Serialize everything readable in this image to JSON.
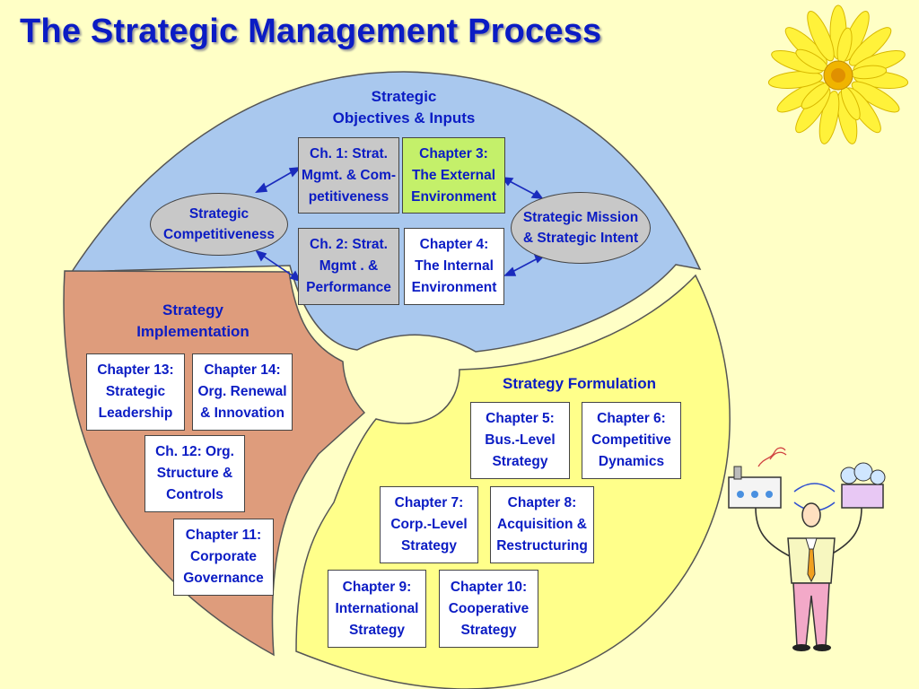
{
  "title": "The Strategic Management Process",
  "sections": {
    "inputs": "Strategic\nObjectives & Inputs",
    "implementation": "Strategy\nImplementation",
    "formulation": "Strategy Formulation"
  },
  "ovals": {
    "competitiveness": "Strategic\nCompetitiveness",
    "mission": "Strategic Mission\n& Strategic Intent"
  },
  "boxes": {
    "ch1": "Ch. 1: Strat.\nMgmt. & Com-\npetitiveness",
    "ch2": "Ch. 2: Strat.\nMgmt . &\nPerformance",
    "ch3": "Chapter 3:\nThe External\nEnvironment",
    "ch4": "Chapter 4:\nThe Internal\nEnvironment",
    "ch5": "Chapter 5:\nBus.-Level\nStrategy",
    "ch6": "Chapter 6:\nCompetitive\nDynamics",
    "ch7": "Chapter 7:\nCorp.-Level\nStrategy",
    "ch8": "Chapter 8:\nAcquisition &\nRestructuring",
    "ch9": "Chapter 9:\nInternational\nStrategy",
    "ch10": "Chapter 10:\nCooperative\nStrategy",
    "ch11": "Chapter 11:\nCorporate\nGovernance",
    "ch12": "Ch. 12: Org.\nStructure &\nControls",
    "ch13": "Chapter 13:\nStrategic\nLeadership",
    "ch14": "Chapter 14:\nOrg. Renewal\n& Innovation"
  },
  "colors": {
    "background": "#ffffc6",
    "title": "#0b1cc4",
    "inputs_segment": "#a9c8ee",
    "implementation_segment": "#de9c7c",
    "formulation_segment": "#ffff8a",
    "highlight_box": "#c4f06a",
    "gray_box": "#c8c8c8"
  },
  "icons": {
    "flower": "yellow-flower-icon",
    "juggler": "businessman-juggling-factories-icon"
  }
}
